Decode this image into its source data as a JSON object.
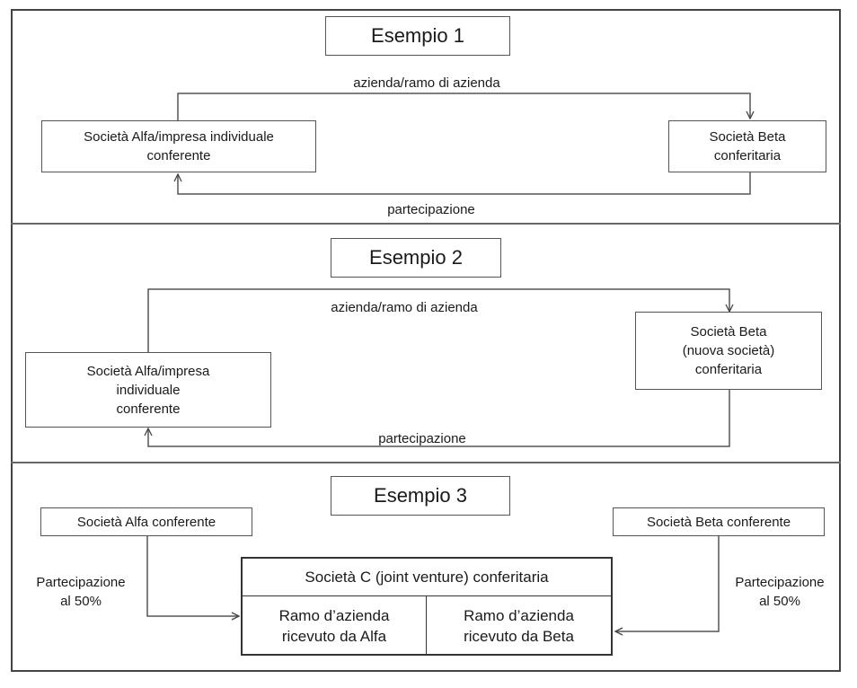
{
  "example1": {
    "title": "Esempio 1",
    "source": "Società Alfa/impresa individuale\nconferente",
    "target": "Società Beta\nconferitaria",
    "flow_top": "azienda/ramo di azienda",
    "flow_bottom": "partecipazione"
  },
  "example2": {
    "title": "Esempio 2",
    "source": "Società Alfa/impresa\nindividuale\nconferente",
    "target": "Società Beta\n(nuova società)\nconferitaria",
    "flow_top": "azienda/ramo di azienda",
    "flow_bottom": "partecipazione"
  },
  "example3": {
    "title": "Esempio 3",
    "left_party": "Società Alfa conferente",
    "right_party": "Società Beta conferente",
    "left_share": "Partecipazione\nal 50%",
    "right_share": "Partecipazione\nal 50%",
    "jv_title": "Società C (joint venture) conferitaria",
    "jv_left": "Ramo d’azienda\nricevuto da Alfa",
    "jv_right": "Ramo d’azienda\nricevuto da Beta"
  }
}
